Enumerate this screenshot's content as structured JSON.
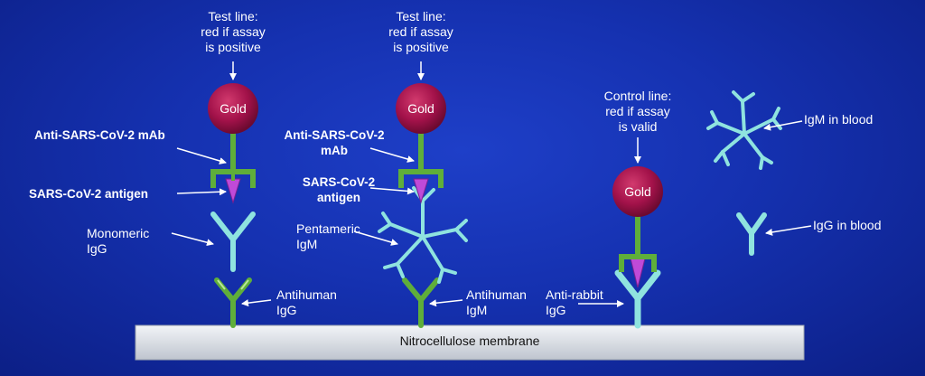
{
  "colors": {
    "background": "#1531b0",
    "gold_bead": "#a3124a",
    "green_antibody": "#5fae3a",
    "light_antibody": "#8fe3df",
    "antigen": "#c04ad8",
    "membrane": "#d9dde4"
  },
  "labels": {
    "test_line_1": "Test line:\nred if assay\nis positive",
    "test_line_2": "Test line:\nred if assay\nis positive",
    "control_line": "Control line:\nred if assay\nis valid",
    "gold": "Gold",
    "anti_sars_mab_1": "Anti-SARS-CoV-2 mAb",
    "anti_sars_mab_2": "Anti-SARS-CoV-2\nmAb",
    "sars_antigen_1": "SARS-CoV-2 antigen",
    "sars_antigen_2": "SARS-CoV-2\nantigen",
    "monomeric_igg": "Monomeric\nIgG",
    "pentameric_igm": "Pentameric\nIgM",
    "antihuman_igg": "Antihuman\nIgG",
    "antihuman_igm": "Antihuman\nIgM",
    "anti_rabbit_igg": "Anti-rabbit\nIgG",
    "igm_in_blood": "IgM in blood",
    "igg_in_blood": "IgG in blood",
    "membrane": "Nitrocellulose membrane"
  },
  "icons": [
    "gold-bead",
    "y-antibody",
    "pentamer-igm",
    "antigen-triangle"
  ]
}
